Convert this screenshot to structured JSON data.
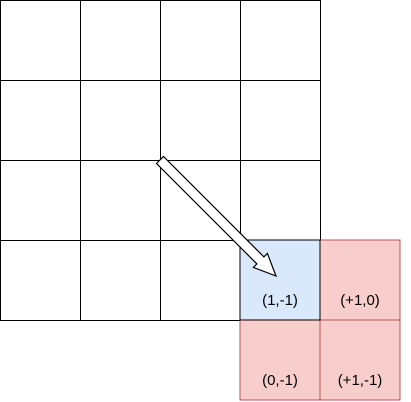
{
  "grid": {
    "rows": 4,
    "cols": 4,
    "line_color": "#000000",
    "fill_color": "#ffffff"
  },
  "colors": {
    "highlight_blue": "#dae8fc",
    "highlight_red": "#f8cecc",
    "red_border": "#b85450",
    "arrow_fill": "#ffffff",
    "arrow_stroke": "#000000"
  },
  "cells": {
    "center": {
      "label": "(1,-1)"
    },
    "right": {
      "label": "(+1,0)"
    },
    "below": {
      "label": "(0,-1)"
    },
    "diagonal": {
      "label": "(+1,-1)"
    }
  },
  "arrow": {
    "direction": "down-right",
    "icon": "hollow-arrow-icon"
  }
}
